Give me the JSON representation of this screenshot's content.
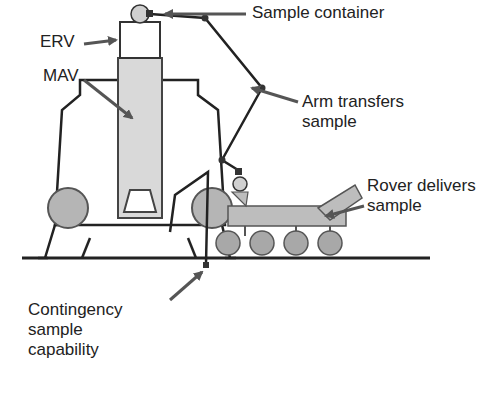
{
  "diagram": {
    "labels": [
      "Sample container",
      "ERV",
      "MAV",
      "Arm transfers sample",
      "Rover delivers sample",
      "Contingency sample capability"
    ]
  }
}
